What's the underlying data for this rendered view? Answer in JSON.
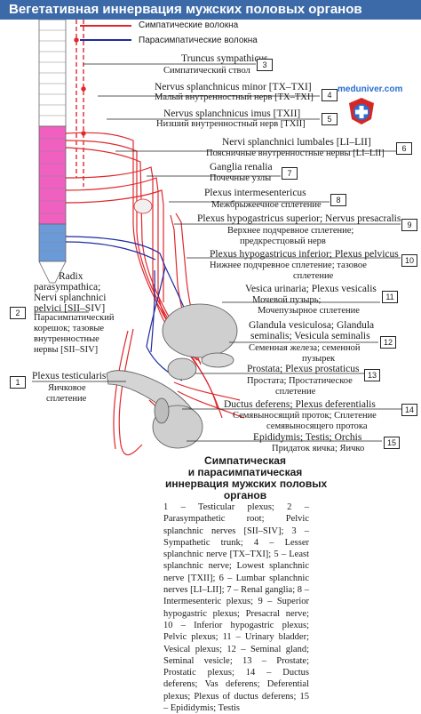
{
  "title": "Вегетативная иннервация мужских половых органов",
  "legend": {
    "sympathetic": "Симпатические волокна",
    "parasympathetic": "Парасимпатические волокна",
    "sympathetic_color": "#e0282c",
    "parasympathetic_color": "#1e2aa0"
  },
  "watermark": "meduniver.com",
  "labels": {
    "l3a": "Truncus sympathicus",
    "l3b": "Симпатический ствол",
    "l4a": "Nervus splanchnicus minor [TX–TXI]",
    "l4b": "Малый внутренностный нерв [TX–TXI]",
    "l5a": "Nervus splanchnicus imus [TXII]",
    "l5b": "Низший внутренностный нерв [TXII]",
    "l6a": "Nervi splanchnici lumbales [LI–LII]",
    "l6b": "Поясничные внутренностные нервы [LI–LII]",
    "l7a": "Ganglia renalia",
    "l7b": "Почечные узлы",
    "l8a": "Plexus intermesentericus",
    "l8b": "Межбрыжеечное сплетение",
    "l9a": "Plexus hypogastricus superior; Nervus presacralis",
    "l9b": "Верхнее подчревное сплетение;",
    "l9c": "предкрестцовый нерв",
    "l10a": "Plexus hypogastricus inferior; Plexus pelvicus",
    "l10b": "Нижнее подчревное сплетение; тазовое",
    "l10c": "сплетение",
    "l11a": "Vesica urinaria; Plexus vesicalis",
    "l11b": "Мочевой пузырь;",
    "l11c": "Мочепузырное сплетение",
    "l12a": "Glandula vesiculosa; Glandula",
    "l12b": "seminalis; Vesicula seminalis",
    "l12c": "Семенная железа; семенной",
    "l12d": "пузырек",
    "l13a": "Prostata; Plexus prostaticus",
    "l13b": "Простата; Простатическое",
    "l13c": "сплетение",
    "l14a": "Ductus deferens; Plexus deferentialis",
    "l14b": "Семявыносящий проток; Сплетение",
    "l14c": "семявыносящего протока",
    "l15a": "Epididymis; Testis; Orchis",
    "l15b": "Придаток яичка; Яичко",
    "l2a": "Radix",
    "l2b": "parasympathica;",
    "l2c": "Nervi splanchnici",
    "l2d": "pelvici [SII–SIV]",
    "l2e": "Парасимпатический",
    "l2f": "корешок; тазовые",
    "l2g": "внутренностные",
    "l2h": "нервы [SII–SIV]",
    "l1a": "Plexus testicularis",
    "l1b": "Яичковое",
    "l1c": "сплетение"
  },
  "numbers": [
    "1",
    "2",
    "3",
    "4",
    "5",
    "6",
    "7",
    "8",
    "9",
    "10",
    "11",
    "12",
    "13",
    "14",
    "15"
  ],
  "caption": {
    "title_lines": [
      "Симпатическая",
      "и парасимпатическая",
      "иннервация мужских половых",
      "органов"
    ],
    "body": "1 – Testicular plexus; 2 – Parasympathetic root; Pelvic splanchnic nerves [SII–SIV]; 3 – Sympathetic trunk; 4 – Lesser splanchnic nerve [TX–TXI]; 5 – Least splanchnic nerve; Lowest splanchnic nerve [TXII]; 6 – Lumbar splanchnic nerves [LI–LII]; 7 – Renal ganglia; 8 – Intermesenteric plexus; 9 – Superior hypogastric plexus; Presacral nerve; 10 – Inferior hypogastric plexus; Pelvic plexus; 11 – Urinary bladder; Vesical plexus; 12 – Seminal gland; Seminal vesicle; 13 – Prostate; Prostatic plexus; 14 – Ductus deferens; Vas deferens; Deferential plexus; Plexus of ductus deferens; 15 – Epididymis; Testis"
  }
}
